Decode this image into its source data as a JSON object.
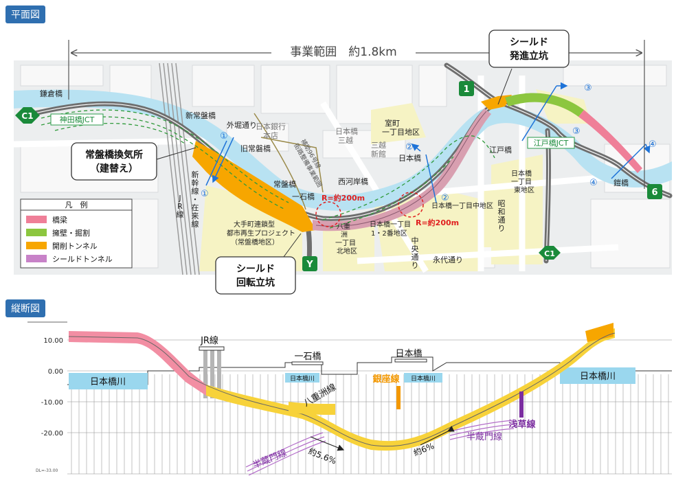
{
  "sections": {
    "plan_view": "平面図",
    "profile_view": "縦断図"
  },
  "plan": {
    "project_range": "事業範囲　約1.8km",
    "callouts": {
      "shield_launch": [
        "シールド",
        "発進立坑"
      ],
      "shield_turn": [
        "シールド",
        "回転立坑"
      ],
      "ventilation": [
        "常盤橋換気所",
        "（建替え）"
      ]
    },
    "legend": {
      "title": "凡　例",
      "items": [
        {
          "label": "橋梁",
          "color": "#ef7f98"
        },
        {
          "label": "擁壁・掘割",
          "color": "#8cc63f"
        },
        {
          "label": "開削トンネル",
          "color": "#f7a600"
        },
        {
          "label": "シールドトンネル",
          "color": "#c882c8"
        }
      ]
    },
    "route_badges": [
      "C1",
      "1",
      "6",
      "Y",
      "C1"
    ],
    "jct": [
      "神田橋JCT",
      "江戸橋JCT"
    ],
    "section_markers": [
      "①",
      "①",
      "②",
      "②",
      "③",
      "③",
      "④",
      "④"
    ],
    "radius_labels": [
      "R=約200m",
      "R=約200m"
    ],
    "labels": {
      "kamakurabashi": "鎌倉橋",
      "shin_tokiwabashi": "新常盤橋",
      "sotobori": "外堀通り",
      "boj": [
        "日本銀行",
        "本店"
      ],
      "kyu_tokiwabashi": "旧常磐橋",
      "hojo": [
        "補助96号線",
        "街路整備事業範囲"
      ],
      "nihonbashi_mitsukoshi": [
        "日本橋",
        "三越"
      ],
      "muromachi": [
        "室町",
        "一丁目地区"
      ],
      "mitsukoshi_shindo": [
        "三越",
        "新館"
      ],
      "nihonbashi_top": "日本橋",
      "shinkansen": [
        "新",
        "幹",
        "線",
        "・",
        "在",
        "来",
        "線"
      ],
      "jr_line": [
        "J",
        "R",
        "線"
      ],
      "tokiwabashi": "常盤橋",
      "ichikokubashi": "一石橋",
      "nishigashi": "西河岸橋",
      "edobashi": "江戸橋",
      "nihonbashi_east": [
        "日本橋",
        "一丁目",
        "東地区"
      ],
      "nihonbashi_1chome_naka": "日本橋一丁目中地区",
      "showa": [
        "昭",
        "和",
        "通",
        "り"
      ],
      "kabutobashi": "鎧橋",
      "otemachi": [
        "大手町連鎖型",
        "都市再生プロジェクト",
        "（常盤橋地区）"
      ],
      "nihonbashi_12": [
        "日本橋一丁目",
        "1・2番地区"
      ],
      "yaesu_north": [
        "八重",
        "洲",
        "一丁目",
        "北地区"
      ],
      "chuo_dori": [
        "中",
        "央",
        "通",
        "り"
      ],
      "eitai": "永代通り"
    }
  },
  "profile": {
    "y_axis_labels": [
      "10.00",
      "0.00",
      "-10.00",
      "-20.00"
    ],
    "bottom_mark": "DL=-33.00",
    "labels": {
      "river_left": "日本橋川",
      "river_mid1": "日本橋川",
      "river_mid2": "日本橋川",
      "river_right": "日本橋川",
      "jr": "JR線",
      "ichikokubashi": "一石橋",
      "nihonbashi": "日本橋",
      "yaesu_line": "八重洲線",
      "ginza_line": "銀座線",
      "asakusa_line": "浅草線",
      "hanzomon_left": "半蔵門線",
      "hanzomon_right": "半蔵門線",
      "slope_left": "約5.6%",
      "slope_right": "約6%"
    },
    "colors": {
      "bridge": "#f28ea3",
      "cut_tunnel": "#f7a600",
      "shield": "#f7d23a",
      "ginza": "#f39800",
      "asakusa": "#7b2da0",
      "hanzomon": "#b26bc8",
      "river": "#9ad7ee"
    }
  }
}
